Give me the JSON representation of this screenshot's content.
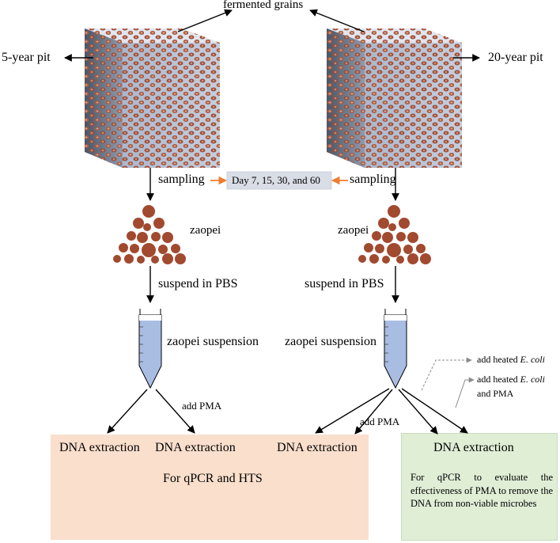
{
  "labels": {
    "fermented_grains": "fermented grains",
    "pit_5": "5-year pit",
    "pit_20": "20-year pit",
    "sampling": "sampling",
    "days": "Day 7, 15, 30, and 60",
    "zaopei": "zaopei",
    "suspend": "suspend in PBS",
    "suspension": "zaopei suspension",
    "add_pma": "add PMA",
    "add_heated_ecoli": "add heated",
    "ecoli": "E. coli",
    "and_pma": "and PMA",
    "dna_extraction": "DNA extraction",
    "for_qpcr_hts": "For qPCR and HTS",
    "for_qpcr_eval": "For qPCR to evaluate the effectiveness of PMA to remove the DNA from non-viable microbes"
  },
  "colors": {
    "pit_side": "#8d9fb8",
    "pit_face": "#aebdd3",
    "grain": "#a14a2f",
    "tube_liquid": "#a9bde3",
    "orange_box": "#f9dfcc",
    "green_box": "#e0eed6",
    "day_box": "#d9dde6",
    "orange_arrow": "#ed7d31"
  }
}
